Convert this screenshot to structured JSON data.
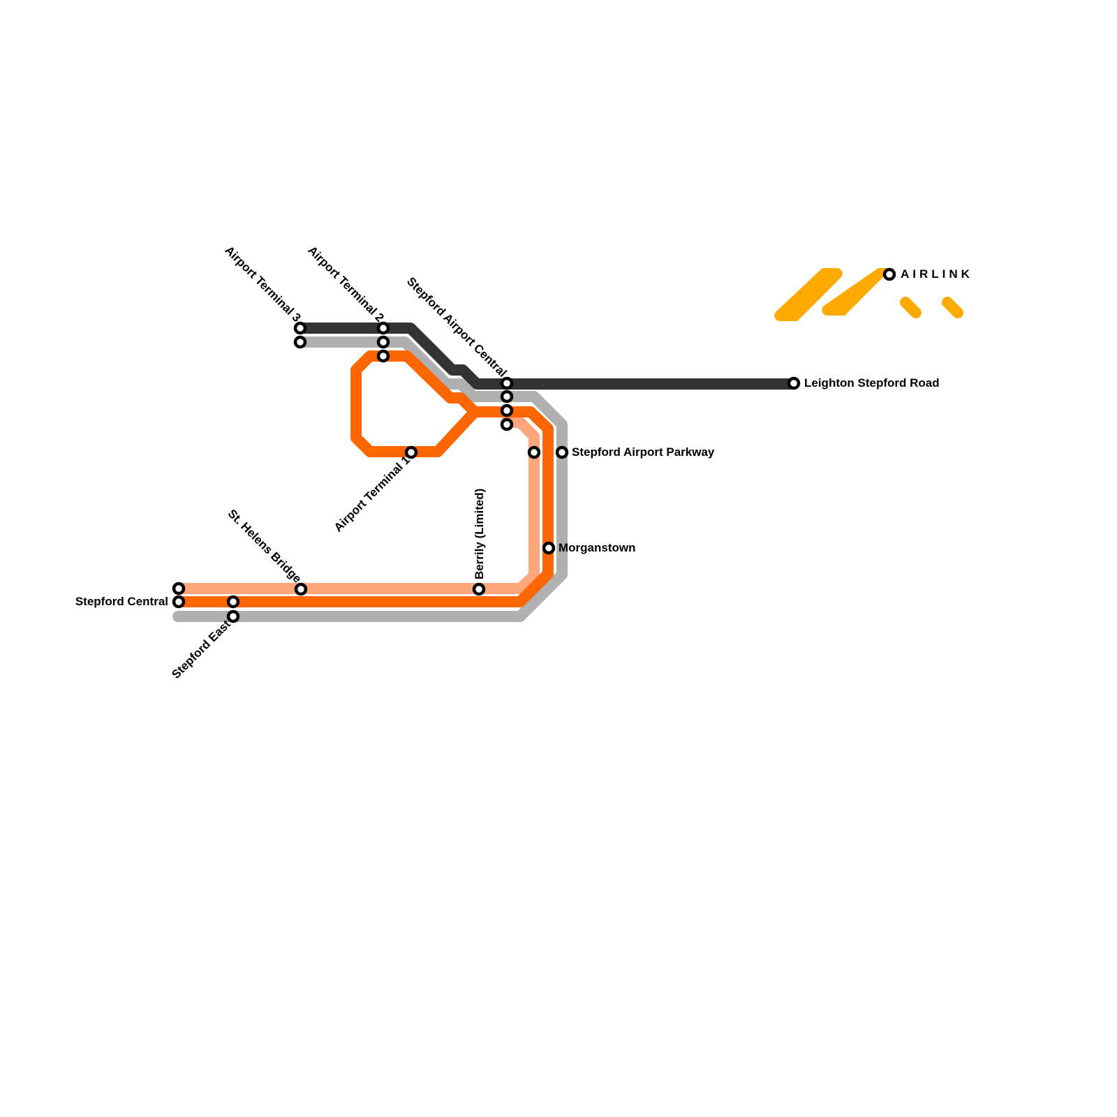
{
  "lines": {
    "dark": {
      "color": "#333333"
    },
    "gray": {
      "color": "#b0b0b0"
    },
    "orange": {
      "color": "#ff6600"
    },
    "light_orange": {
      "color": "#ffa67c"
    }
  },
  "logo": {
    "text": "AIRLINK",
    "color": "#ffaa00"
  },
  "stations": {
    "terminal3": "Airport Terminal 3",
    "terminal2": "Airport Terminal 2",
    "terminal1": "Airport Terminal 1",
    "airport_central": "Stepford Airport Central",
    "leighton": "Leighton Stepford Road",
    "parkway": "Stepford Airport Parkway",
    "morganstown": "Morganstown",
    "berrily": "Berrily (Limited)",
    "st_helens": "St. Helens Bridge",
    "stepford_central": "Stepford Central",
    "stepford_east": "Stepford East"
  }
}
